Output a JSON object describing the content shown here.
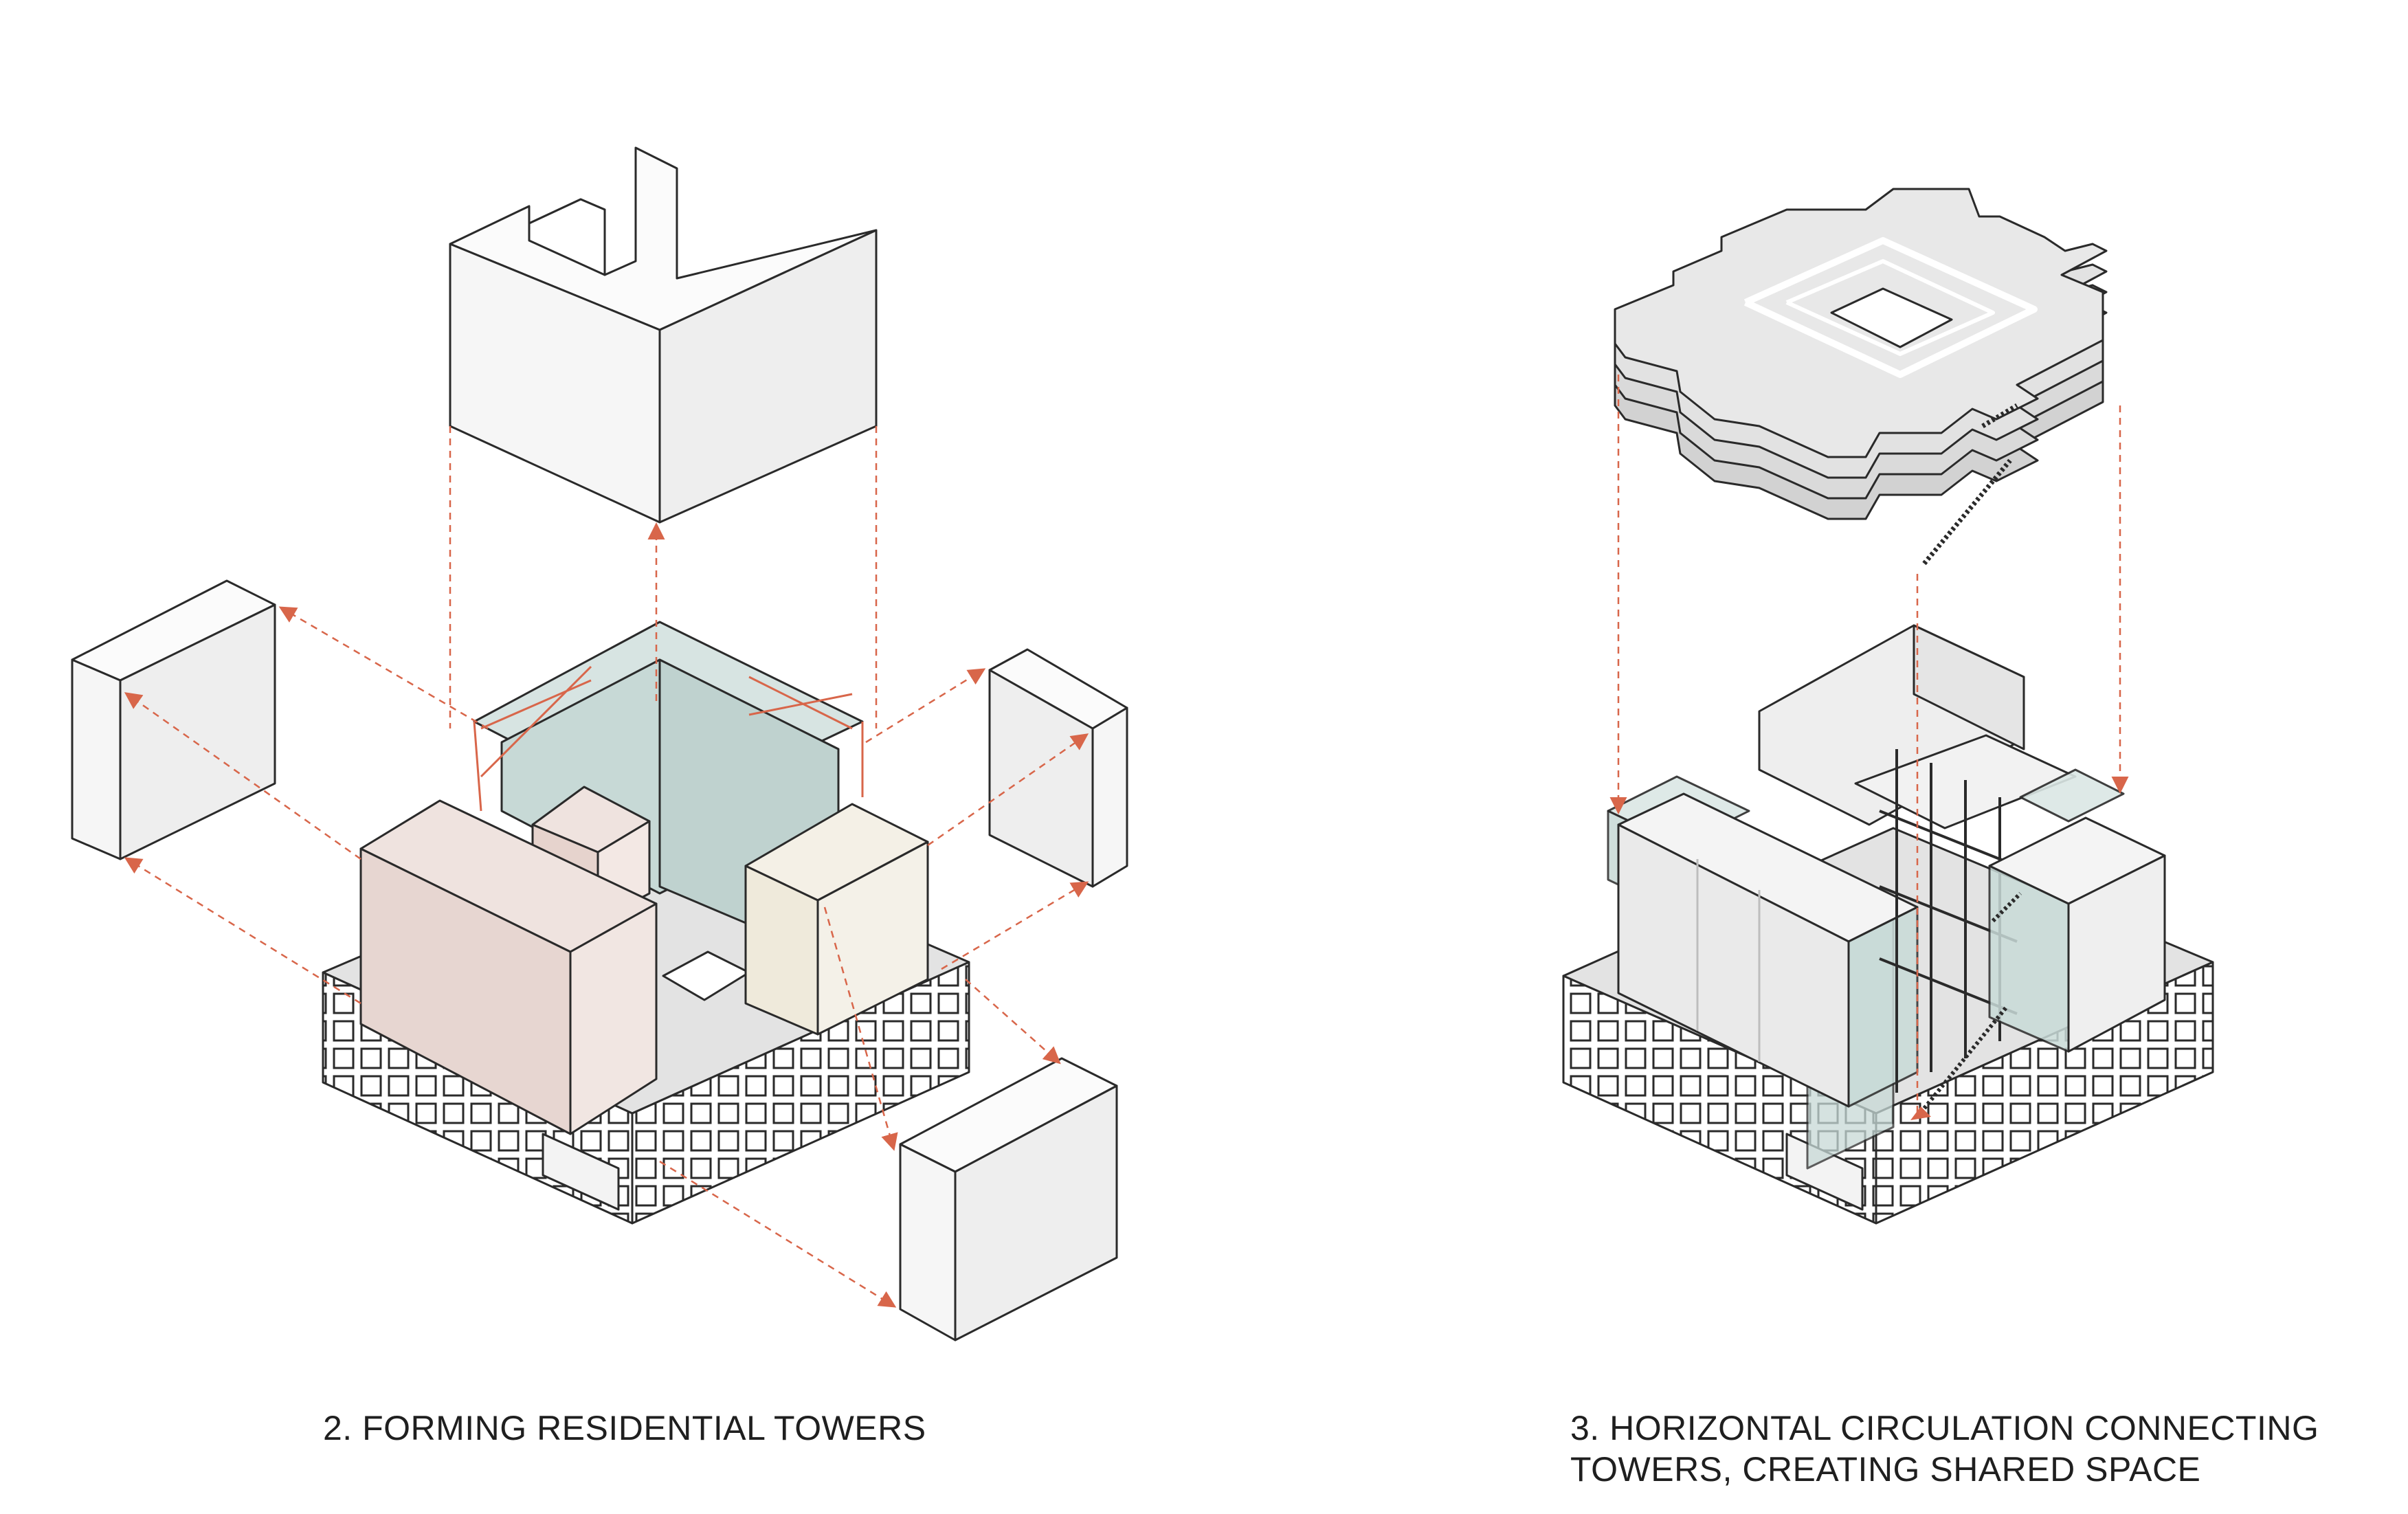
{
  "captions": {
    "left": "2. FORMING RESIDENTIAL TOWERS",
    "right_line1": "3. HORIZONTAL CIRCULATION CONNECTING",
    "right_line2": "TOWERS, CREATING SHARED SPACE"
  },
  "colors": {
    "outline": "#2a2a2a",
    "arrow": "#d8664a",
    "mass_white_left": "#f6f6f6",
    "mass_white_right": "#ececec",
    "mass_white_top": "#fbfbfb",
    "tower_pink_front": "#e7d6d1",
    "tower_pink_side": "#f1e6e2",
    "tower_green": "#c7d9d6",
    "tower_cream": "#efeadb",
    "podium_roof": "#e3e3e3",
    "slab": "#d2d2d2"
  }
}
